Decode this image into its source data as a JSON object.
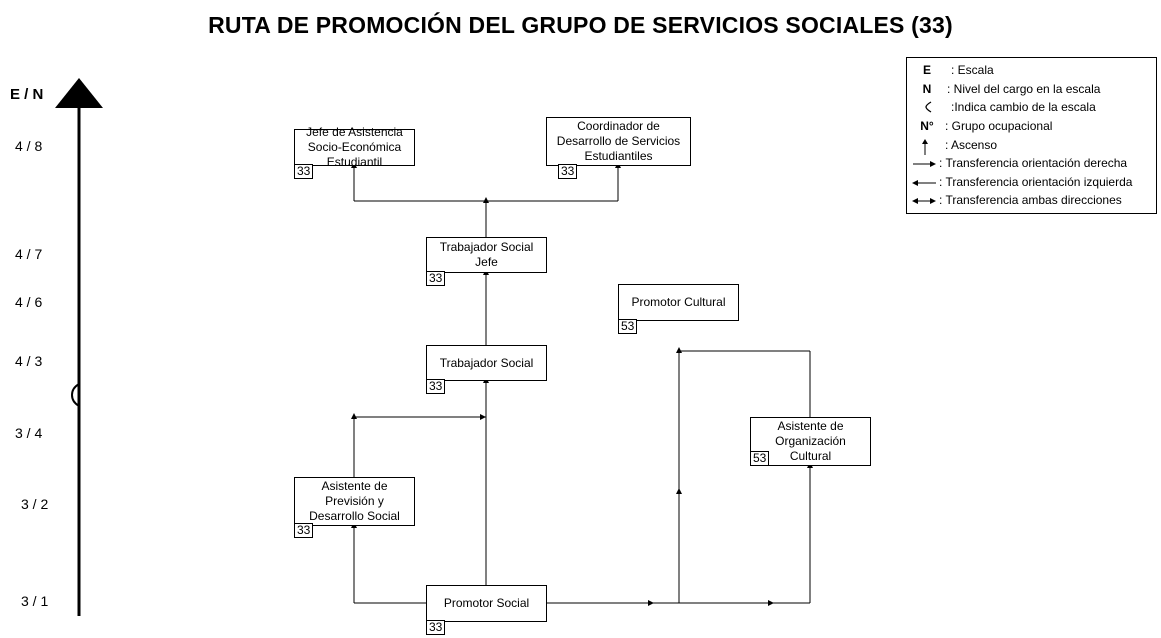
{
  "title": "RUTA DE PROMOCIÓN DEL GRUPO DE SERVICIOS SOCIALES (33)",
  "axis_label": "E / N",
  "levels": [
    "4 / 8",
    "4 / 7",
    "4 / 6",
    "4 / 3",
    "3 / 4",
    "3 / 2",
    "3 / 1"
  ],
  "positions": [
    {
      "name": "Jefe de Asistencia Socio-Económica Estudiantil",
      "lines": [
        "Jefe de Asistencia",
        "Socio-Económica",
        "Estudiantil"
      ],
      "group": "33"
    },
    {
      "name": "Coordinador de Desarrollo de Servicios Estudiantiles",
      "lines": [
        "Coordinador de",
        "Desarrollo de Servicios",
        "Estudiantiles"
      ],
      "group": "33"
    },
    {
      "name": "Trabajador Social Jefe",
      "lines": [
        "Trabajador Social",
        "Jefe"
      ],
      "group": "33"
    },
    {
      "name": "Promotor Cultural",
      "lines": [
        "Promotor Cultural"
      ],
      "group": "53"
    },
    {
      "name": "Trabajador Social",
      "lines": [
        "Trabajador Social"
      ],
      "group": "33"
    },
    {
      "name": "Asistente de Organización Cultural",
      "lines": [
        "Asistente de",
        "Organización",
        "Cultural"
      ],
      "group": "53"
    },
    {
      "name": "Asistente de Previsión y Desarrollo Social",
      "lines": [
        "Asistente de",
        "Previsión y",
        "Desarrollo Social"
      ],
      "group": "33"
    },
    {
      "name": "Promotor Social",
      "lines": [
        "Promotor Social"
      ],
      "group": "33"
    }
  ],
  "legend": [
    {
      "symbol": "E",
      "text": ": Escala"
    },
    {
      "symbol": "N",
      "text": ": Nivel del cargo en la escala"
    },
    {
      "symbol": "scale-change-icon",
      "text": ":Indica cambio de la escala"
    },
    {
      "symbol": "N°",
      "text": ": Grupo ocupacional"
    },
    {
      "symbol": "up-arrow-icon",
      "text": ": Ascenso"
    },
    {
      "symbol": "right-arrow-icon",
      "text": ": Transferencia orientación derecha"
    },
    {
      "symbol": "left-arrow-icon",
      "text": ": Transferencia orientación izquierda"
    },
    {
      "symbol": "both-arrow-icon",
      "text": ": Transferencia ambas direcciones"
    }
  ]
}
